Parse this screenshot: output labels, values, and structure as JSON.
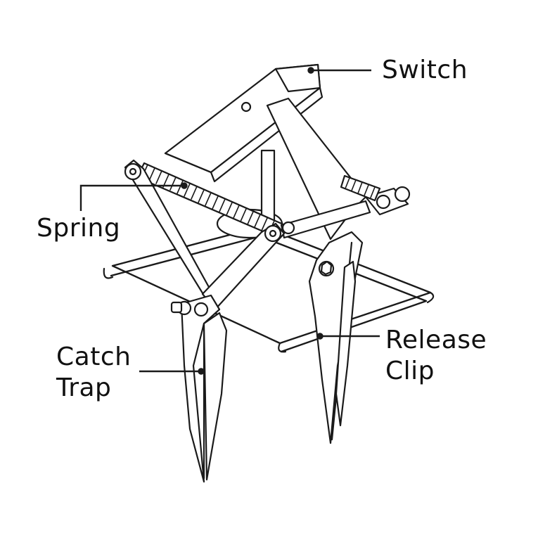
{
  "labels": {
    "switch": "Switch",
    "spring": "Spring",
    "release_clip": [
      "Release",
      "Clip"
    ],
    "catch_trap": [
      "Catch",
      "Trap"
    ]
  },
  "colors": {
    "line": "#1a1a1a",
    "fill": "#ffffff",
    "background": "#ffffff"
  }
}
